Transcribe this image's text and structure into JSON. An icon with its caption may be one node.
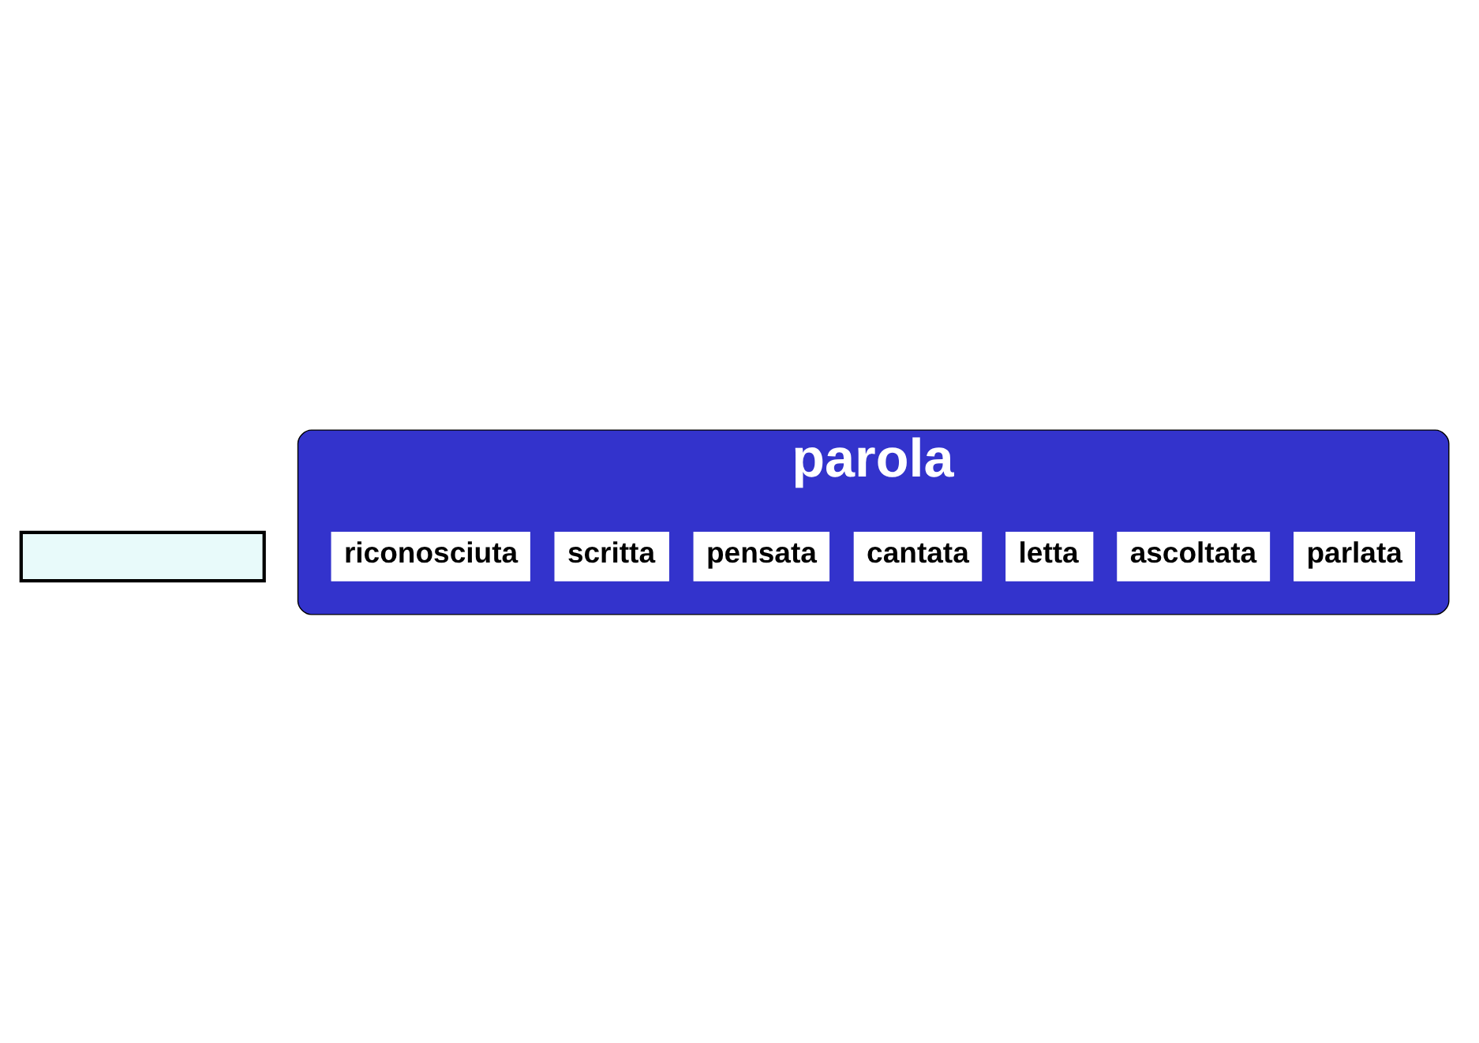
{
  "diagram": {
    "nodes": [
      {
        "text": [],
        "shape": "box"
      },
      {
        "text": [
          "parola"
        ]
      },
      {
        "text": [
          "parlata"
        ],
        "in": 1
      },
      {
        "text": [
          "ascoltata"
        ],
        "in": 1
      },
      {
        "text": [
          "letta"
        ],
        "in": 1
      },
      {
        "text": [
          "cantata"
        ],
        "in": 1
      },
      {
        "text": [
          "pensata"
        ],
        "in": 1
      },
      {
        "text": [
          "scritta"
        ],
        "in": 1
      },
      {
        "text": [
          "riconosciuta"
        ],
        "in": 1
      }
    ],
    "edges": []
  }
}
